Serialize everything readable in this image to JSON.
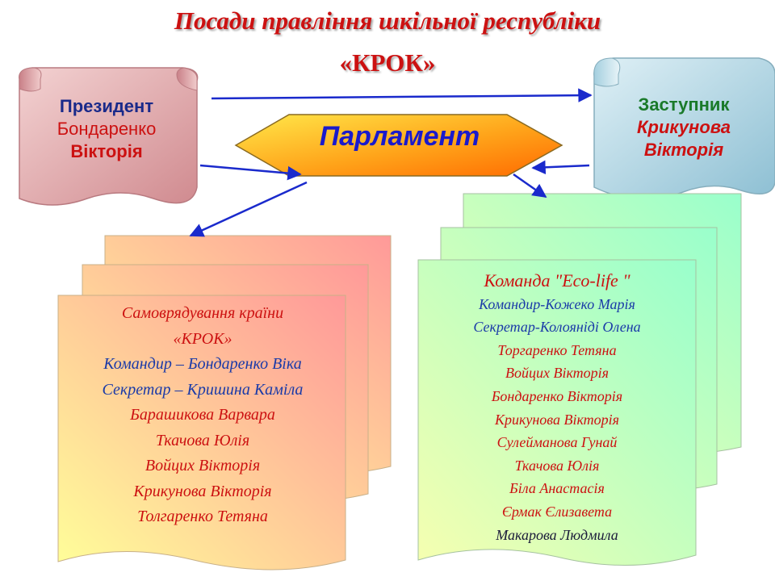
{
  "title": {
    "line1": "Посади правління шкільної республіки",
    "line2": "«КРОК»"
  },
  "president": {
    "role": "Президент",
    "surname": "Бондаренко",
    "name": "Вікторія"
  },
  "deputy": {
    "role": "Заступник",
    "surname": "Крикунова",
    "name": "Вікторія"
  },
  "parliament": {
    "label": "Парламент"
  },
  "left_list": {
    "heading1": "Самоврядування країни",
    "heading2": "«КРОК»",
    "commander": "Командир – Бондаренко Віка",
    "secretary": "Секретар – Кришина Каміла",
    "members": [
      "Барашикова Варвара",
      "Ткачова Юлія",
      "Войцих Вікторія",
      "Крикунова Вікторія",
      "Толгаренко Тетяна"
    ]
  },
  "right_list": {
    "heading": "Команда \"Eco-life \"",
    "commander": "Командир-Кожеко Марія",
    "secretary": "Секретар-Колоянідi Олена",
    "members": [
      "Торгаренко Тетяна",
      "Войцих Вікторія",
      "Бондаренко Вікторія",
      "Крикунова Вікторія",
      "Сулейманова Гунай",
      "Ткачова Юлія",
      "Біла Анастасія",
      "Єрмак Єлизавета",
      "Макарова Людмила"
    ]
  },
  "colors": {
    "title": "#cc1111",
    "parliament_text": "#1a1acc",
    "president_role": "#1a2a8a",
    "president_name": "#cc1111",
    "deputy_role": "#1a7a2a",
    "deputy_name": "#cc1111",
    "arrow": "#1a2acc",
    "list_heading": "#cc1111",
    "list_text": "#1a3aa8"
  }
}
